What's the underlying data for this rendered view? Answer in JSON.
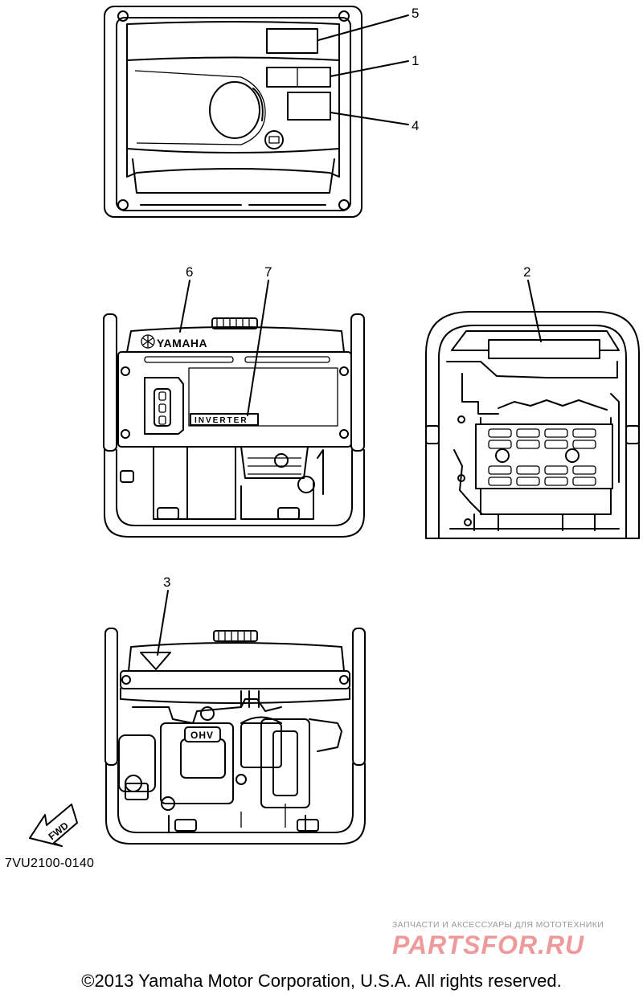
{
  "diagram": {
    "callouts": [
      "1",
      "2",
      "3",
      "4",
      "5",
      "6",
      "7"
    ],
    "labels": {
      "brand": "YAMAHA",
      "inverter": "INVERTER",
      "engine": "OHV",
      "direction": "FWD"
    }
  },
  "part_code": "7VU2100-0140",
  "watermark": {
    "subtitle": "ЗАПЧАСТИ И АКСЕССУАРЫ ДЛЯ МОТОТЕХНИКИ",
    "logo": "PARTSFOR.RU"
  },
  "copyright": "©2013 Yamaha Motor Corporation, U.S.A. All rights reserved."
}
